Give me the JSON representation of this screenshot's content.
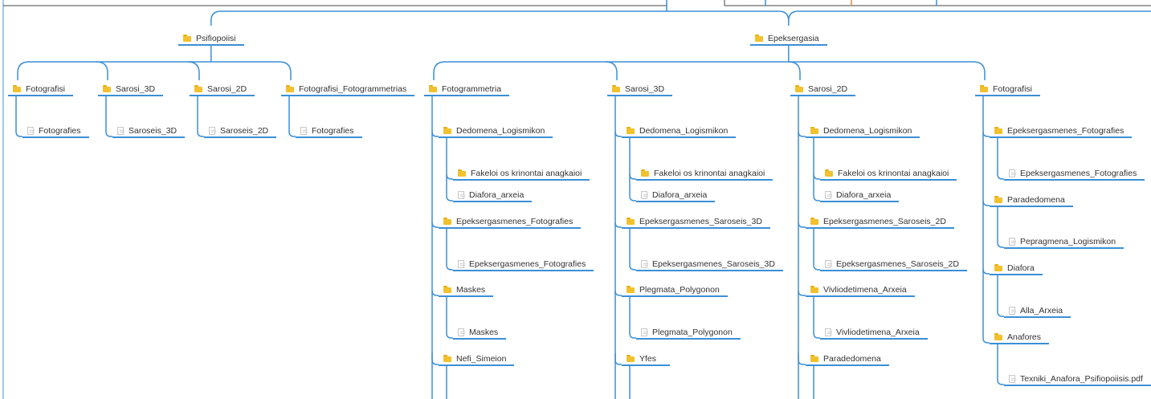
{
  "nodes": {
    "psifiopoiisi": {
      "label": "Psifiopoiisi",
      "kind": "folder"
    },
    "epeksergasia": {
      "label": "Epeksergasia",
      "kind": "folder"
    },
    "p_fotografisi": {
      "label": "Fotografisi",
      "kind": "folder"
    },
    "p_fotografisi_fotografies": {
      "label": "Fotografies",
      "kind": "file"
    },
    "p_sarosi3d": {
      "label": "Sarosi_3D",
      "kind": "folder"
    },
    "p_sarosi3d_saroseis": {
      "label": "Saroseis_3D",
      "kind": "file"
    },
    "p_sarosi2d": {
      "label": "Sarosi_2D",
      "kind": "folder"
    },
    "p_sarosi2d_saroseis": {
      "label": "Saroseis_2D",
      "kind": "file"
    },
    "p_fotogrammetrias": {
      "label": "Fotografisi_Fotogrammetrias",
      "kind": "folder"
    },
    "p_fotogrammetrias_fotografies": {
      "label": "Fotografies",
      "kind": "file"
    },
    "fg": {
      "label": "Fotogrammetria",
      "kind": "folder"
    },
    "fg_dedomena": {
      "label": "Dedomena_Logismikon",
      "kind": "folder"
    },
    "fg_fakeloi": {
      "label": "Fakeloi os krinontai anagkaioi",
      "kind": "folder"
    },
    "fg_diafora": {
      "label": "Diafora_arxeia",
      "kind": "file"
    },
    "fg_epeks": {
      "label": "Epeksergasmenes_Fotografies",
      "kind": "folder"
    },
    "fg_epeks_file": {
      "label": "Epeksergasmenes_Fotografies",
      "kind": "file"
    },
    "fg_maskes": {
      "label": "Maskes",
      "kind": "folder"
    },
    "fg_maskes_file": {
      "label": "Maskes",
      "kind": "file"
    },
    "fg_nefi": {
      "label": "Nefi_Simeion",
      "kind": "folder"
    },
    "s3": {
      "label": "Sarosi_3D",
      "kind": "folder"
    },
    "s3_dedomena": {
      "label": "Dedomena_Logismikon",
      "kind": "folder"
    },
    "s3_fakeloi": {
      "label": "Fakeloi os krinontai anagkaioi",
      "kind": "folder"
    },
    "s3_diafora": {
      "label": "Diafora_arxeia",
      "kind": "file"
    },
    "s3_epeks": {
      "label": "Epeksergasmenes_Saroseis_3D",
      "kind": "folder"
    },
    "s3_epeks_file": {
      "label": "Epeksergasmenes_Saroseis_3D",
      "kind": "file"
    },
    "s3_plegmata": {
      "label": "Plegmata_Polygonon",
      "kind": "folder"
    },
    "s3_plegmata_file": {
      "label": "Plegmata_Polygonon",
      "kind": "file"
    },
    "s3_yfes": {
      "label": "Yfes",
      "kind": "folder"
    },
    "s2": {
      "label": "Sarosi_2D",
      "kind": "folder"
    },
    "s2_dedomena": {
      "label": "Dedomena_Logismikon",
      "kind": "folder"
    },
    "s2_fakeloi": {
      "label": "Fakeloi os krinontai anagkaioi",
      "kind": "folder"
    },
    "s2_diafora": {
      "label": "Diafora_arxeia",
      "kind": "file"
    },
    "s2_epeks": {
      "label": "Epeksergasmenes_Saroseis_2D",
      "kind": "folder"
    },
    "s2_epeks_file": {
      "label": "Epeksergasmenes_Saroseis_2D",
      "kind": "file"
    },
    "s2_vivlio": {
      "label": "Vivliodetimena_Arxeia",
      "kind": "folder"
    },
    "s2_vivlio_file": {
      "label": "Vivliodetimena_Arxeia",
      "kind": "file"
    },
    "s2_parad": {
      "label": "Paradedomena",
      "kind": "folder"
    },
    "ef": {
      "label": "Fotografisi",
      "kind": "folder"
    },
    "ef_epeks": {
      "label": "Epeksergasmenes_Fotografies",
      "kind": "folder"
    },
    "ef_epeks_file": {
      "label": "Epeksergasmenes_Fotografies",
      "kind": "file"
    },
    "ef_parad": {
      "label": "Paradedomena",
      "kind": "folder"
    },
    "ef_parad_file": {
      "label": "Pepragmena_Logismikon",
      "kind": "file"
    },
    "ef_diafora": {
      "label": "Diafora",
      "kind": "folder"
    },
    "ef_diafora_file": {
      "label": "Alla_Arxeia",
      "kind": "file"
    },
    "ef_anafores": {
      "label": "Anafores",
      "kind": "folder"
    },
    "ef_anafores_file": {
      "label": "Texniki_Anafora_Psifiopoiisis.pdf",
      "kind": "file"
    }
  },
  "colors": {
    "line": "#3b8fd6",
    "folder": "#f2c12e",
    "file": "#c9c9c9",
    "text": "#333333"
  }
}
